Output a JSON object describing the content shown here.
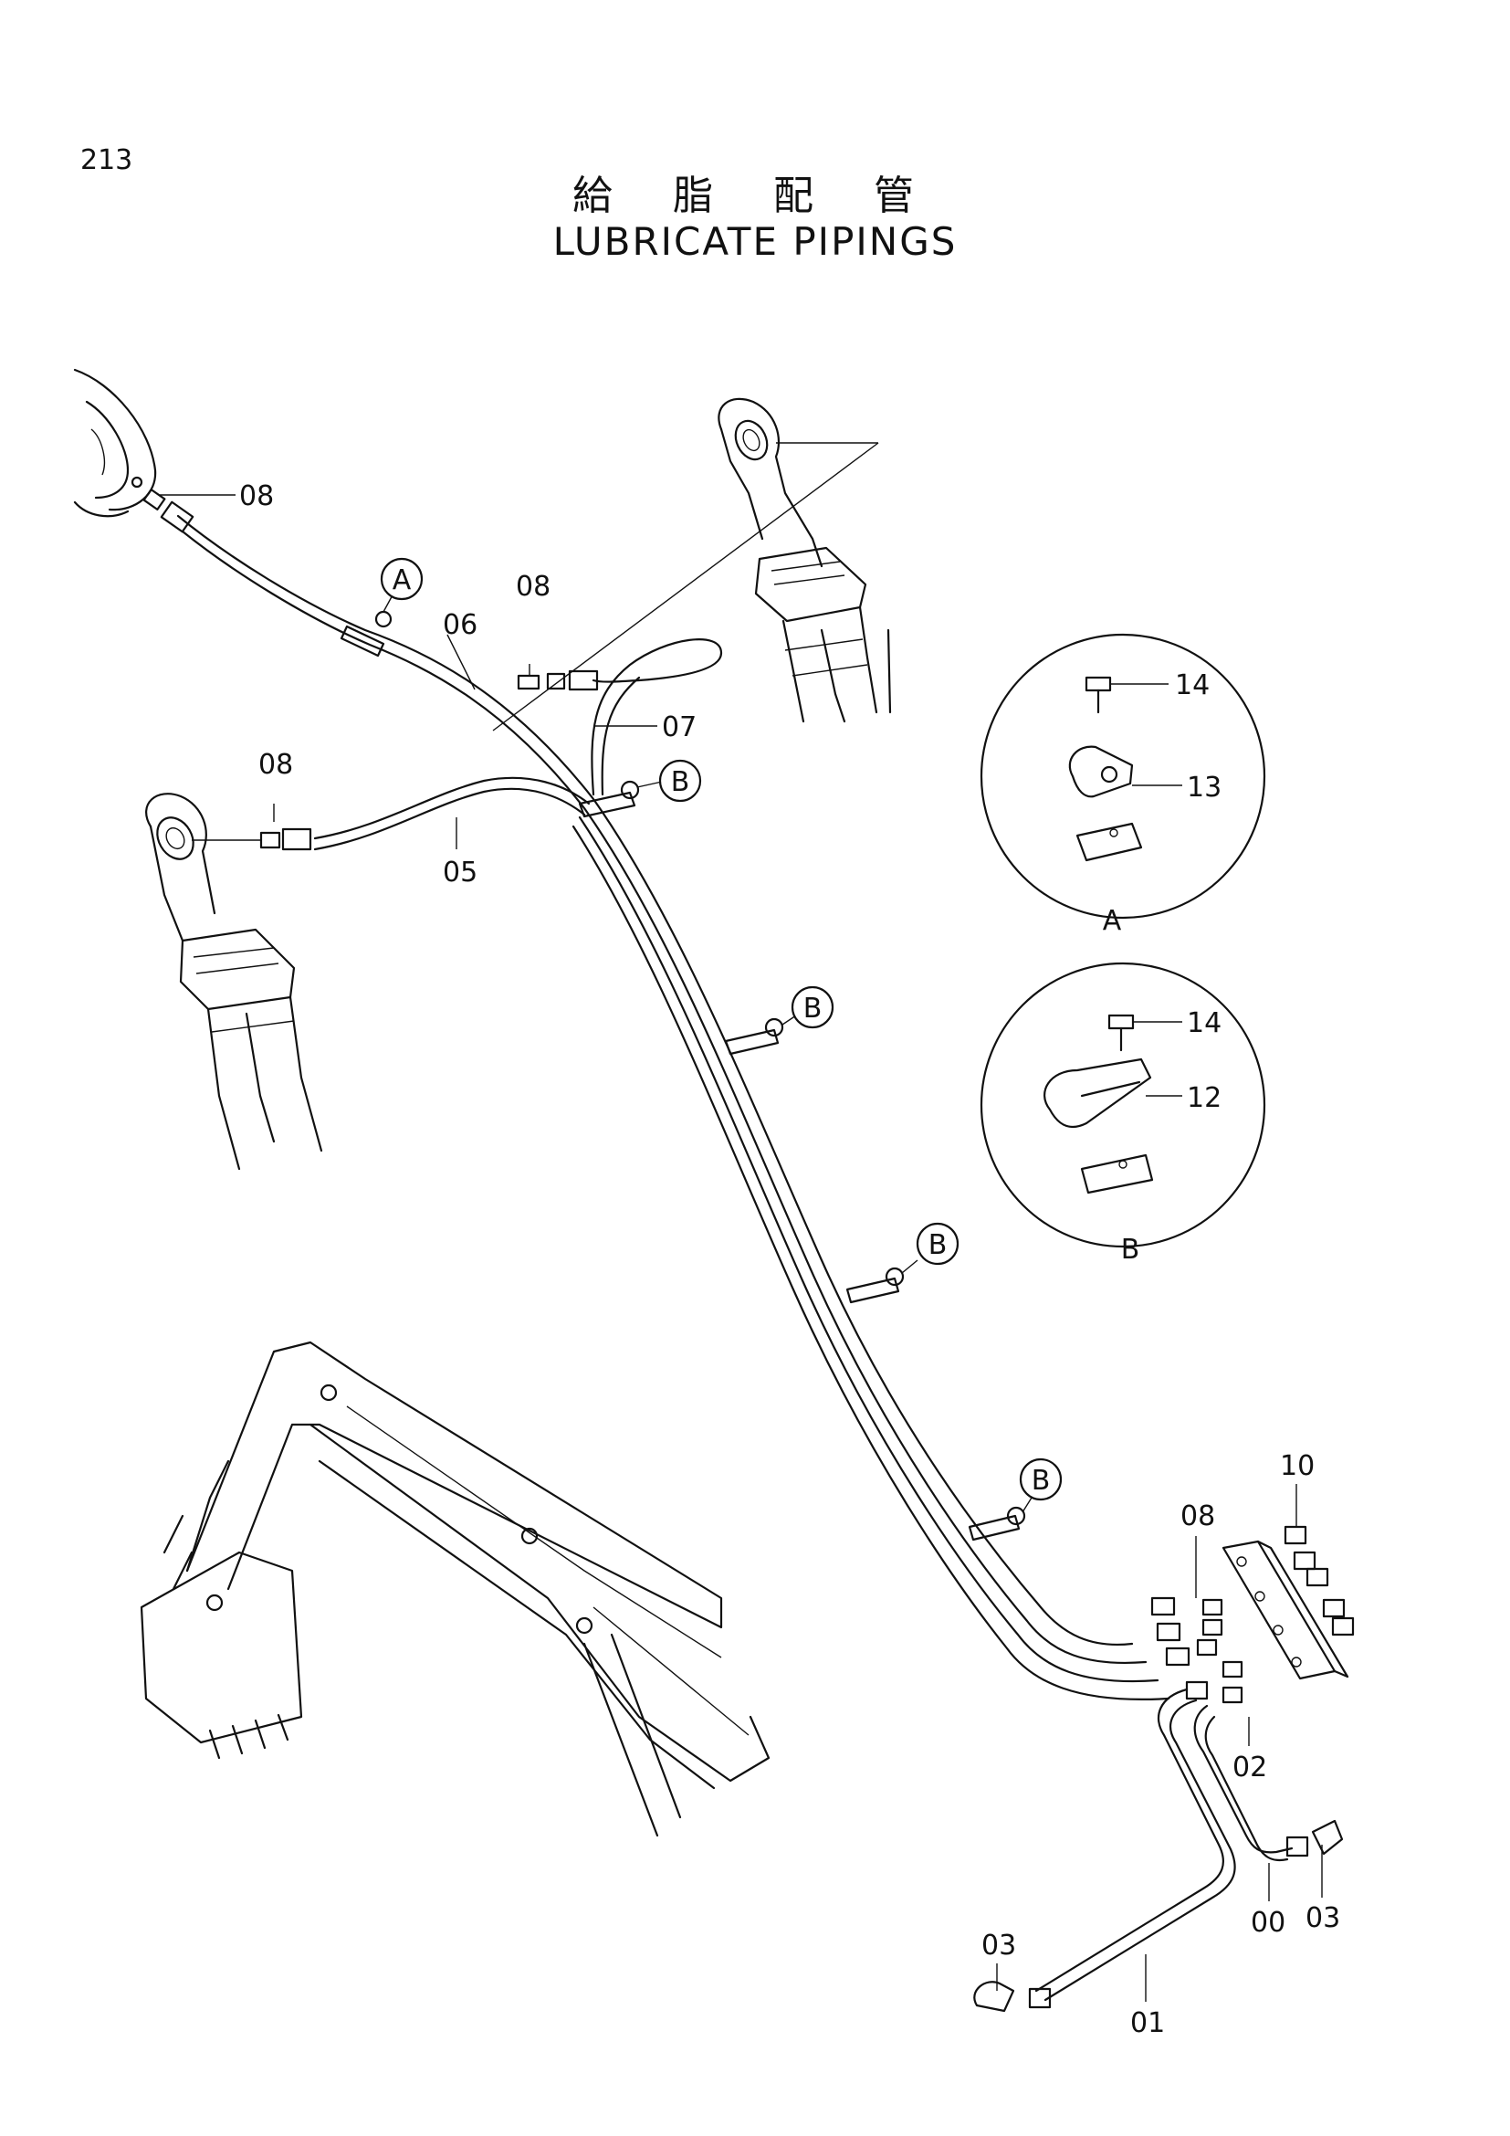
{
  "page_number": "213",
  "title_jp": "給 脂 配 管",
  "title_en": "LUBRICATE PIPINGS",
  "parts": {
    "p00": "00",
    "p01": "01",
    "p02": "02",
    "p03": "03",
    "p05": "05",
    "p06": "06",
    "p07": "07",
    "p08": "08",
    "p10": "10",
    "p12": "12",
    "p13": "13",
    "p14": "14"
  },
  "detail_refs": {
    "a": "A",
    "b": "B"
  }
}
